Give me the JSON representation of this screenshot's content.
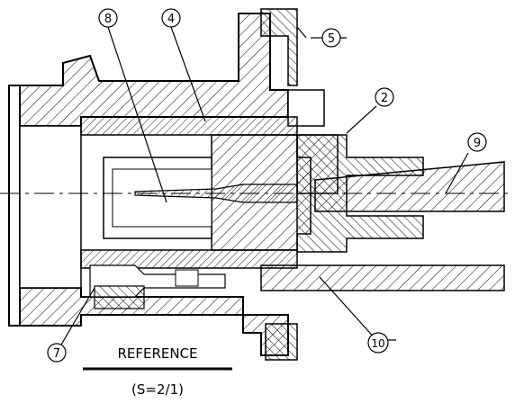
{
  "callouts": [
    "8",
    "4",
    "5",
    "2",
    "9",
    "10",
    "7"
  ],
  "caption": {
    "title": "REFERENCE",
    "scale": "(S=2/1)"
  },
  "colors": {
    "ink": "#000000",
    "paper": "#ffffff"
  }
}
